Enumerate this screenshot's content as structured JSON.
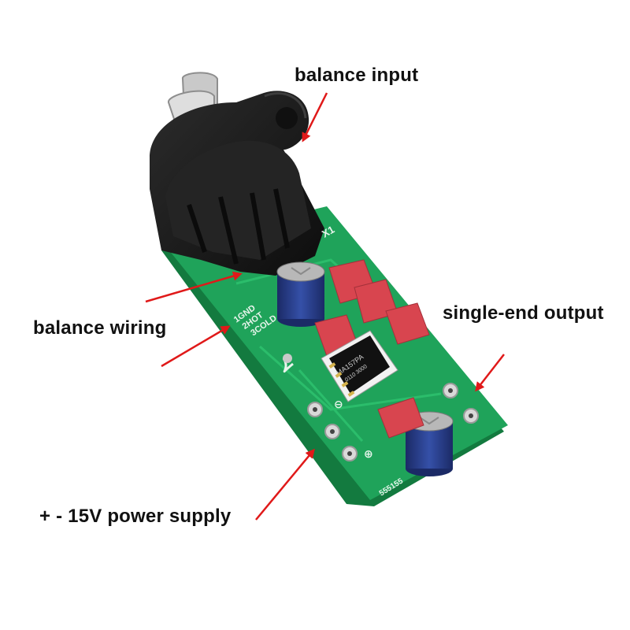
{
  "labels": {
    "balance_input": "balance input",
    "balance_wiring": "balance wiring",
    "single_end_output": "single-end output",
    "power_supply": "+ - 15V power supply"
  },
  "silkscreen": {
    "pin1": "1GND",
    "pin2": "2HOT",
    "pin3": "3COLD",
    "connector_ref": "X1",
    "board_code": "555155"
  },
  "opamp_markings": {
    "line1": "MA157PA",
    "line2": "0110 3000"
  },
  "colors": {
    "pcb": "#1fa35a",
    "pcb_edge": "#137a3f",
    "arrow": "#e01919",
    "capacitor_body": "#2a3f8c",
    "film_capacitor": "#d8454f",
    "connector": "#1c1c1c"
  }
}
